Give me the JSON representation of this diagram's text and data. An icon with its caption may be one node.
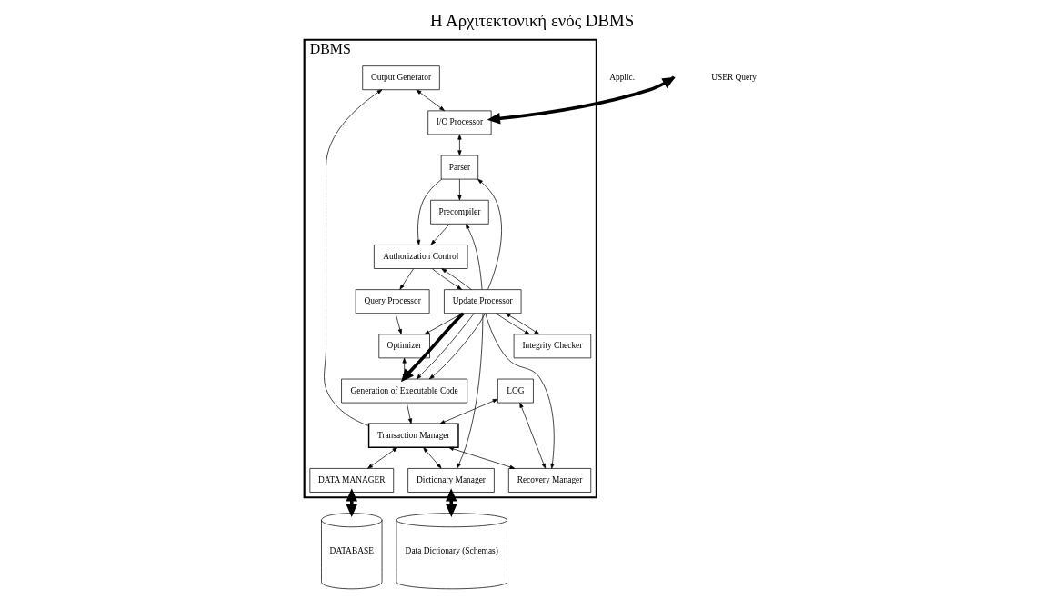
{
  "diagram": {
    "title": "Η Αρχιτεκτονική ενός DBMS",
    "nodes": [
      {
        "text": [
          "DBMS"
        ]
      },
      {
        "text": [
          "Output Generator"
        ],
        "in": 0
      },
      {
        "text": [
          "I/O Processor"
        ],
        "in": 0
      },
      {
        "text": [
          "Parser"
        ],
        "in": 0
      },
      {
        "text": [
          "Precompiler"
        ],
        "in": 0
      },
      {
        "text": [
          "Authorization Control"
        ],
        "in": 0
      },
      {
        "text": [
          "Integrity Checker"
        ],
        "in": 0
      },
      {
        "text": [
          "Update Processor"
        ],
        "in": 0
      },
      {
        "text": [
          "Query Processor"
        ],
        "in": 0
      },
      {
        "text": [
          "Optimizer"
        ],
        "in": 0
      },
      {
        "text": [
          "Generation of Executable Code"
        ],
        "in": 0
      },
      {
        "text": [
          "LOG"
        ],
        "in": 0
      },
      {
        "text": [
          "Transaction Manager"
        ],
        "in": 0
      },
      {
        "text": [
          "Recovery Manager"
        ],
        "in": 0
      },
      {
        "text": [
          "Dictionary Manager"
        ],
        "in": 0
      },
      {
        "text": [
          "DATA MANAGER"
        ],
        "in": 0
      },
      {
        "text": [
          "DATABASE"
        ]
      },
      {
        "text": [
          "Data Dictionary (Schemas)"
        ]
      }
    ],
    "edges": [
      {
        "from": null,
        "to": 2,
        "arrow": "both",
        "style": "thick"
      },
      {
        "from": 12,
        "to": 1,
        "arrow": "to"
      },
      {
        "from": 1,
        "to": 2,
        "arrow": "both"
      },
      {
        "from": 2,
        "to": 3,
        "arrow": "both"
      },
      {
        "from": 3,
        "to": 4,
        "arrow": "to"
      },
      {
        "from": 3,
        "to": 5,
        "arrow": "to"
      },
      {
        "from": 4,
        "to": 5,
        "arrow": "to"
      },
      {
        "from": 5,
        "to": 7,
        "arrow": "to"
      },
      {
        "from": 5,
        "to": 8,
        "arrow": "to"
      },
      {
        "from": 6,
        "to": 7,
        "arrow": "both"
      },
      {
        "from": 8,
        "to": 9,
        "arrow": "to"
      },
      {
        "from": 9,
        "to": 10,
        "arrow": "both"
      },
      {
        "from": 10,
        "to": 12,
        "arrow": "to"
      },
      {
        "from": 11,
        "to": 12,
        "arrow": "both"
      },
      {
        "from": 12,
        "to": 13,
        "arrow": "both"
      },
      {
        "from": 12,
        "to": 14,
        "arrow": "both"
      },
      {
        "from": 12,
        "to": 15,
        "arrow": "both"
      },
      {
        "from": 11,
        "to": 13,
        "arrow": "both"
      },
      {
        "from": 15,
        "to": 16,
        "arrow": "both",
        "style": "thick"
      },
      {
        "from": 14,
        "to": 17,
        "arrow": "both",
        "style": "thick"
      },
      {
        "from": 7,
        "to": 3,
        "arrow": "to"
      },
      {
        "from": 7,
        "to": 4,
        "arrow": "to"
      },
      {
        "from": 7,
        "to": 5,
        "arrow": "to"
      },
      {
        "from": 7,
        "to": 6,
        "arrow": "to"
      },
      {
        "from": 7,
        "to": 9,
        "arrow": "to"
      },
      {
        "from": 7,
        "to": 10,
        "arrow": "to",
        "style": "thick"
      },
      {
        "from": 7,
        "to": 10,
        "arrow": "to"
      },
      {
        "from": 7,
        "to": 10,
        "arrow": "to"
      },
      {
        "from": 7,
        "to": 13,
        "arrow": "to"
      },
      {
        "from": 7,
        "to": 14,
        "arrow": "to"
      }
    ],
    "labels": [
      "Applic.",
      "USER Query"
    ]
  }
}
